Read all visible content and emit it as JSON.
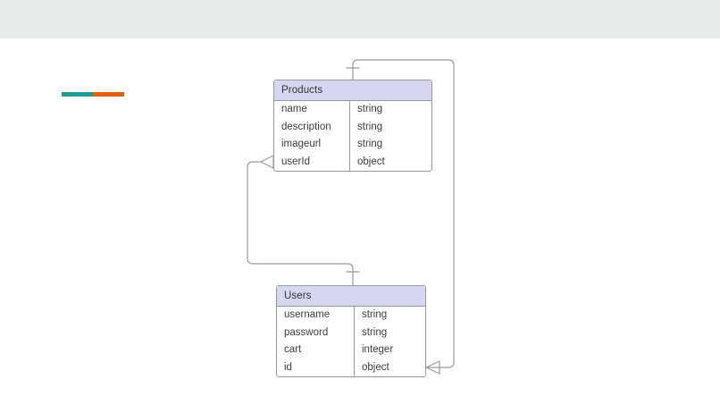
{
  "app": {
    "canvas_label": "er-diagram-canvas"
  },
  "toolbar": {
    "label": "toolbar"
  },
  "legend": {
    "name": "color-legend-bar",
    "segments": [
      {
        "name": "teal-segment",
        "color": "#1f9a94"
      },
      {
        "name": "orange-segment",
        "color": "#e2600f"
      }
    ]
  },
  "diagram": {
    "style": {
      "header_fill": "#d5d6f0",
      "border": "#9a9a9a",
      "connector": "#9a9a9a",
      "text": "#3c3c3c",
      "canvas_bg": "#ffffff",
      "topbar_bg": "#e8ebec"
    },
    "entities": [
      {
        "id": "products",
        "title": "Products",
        "fields": [
          {
            "name": "name",
            "type": "string"
          },
          {
            "name": "description",
            "type": "string"
          },
          {
            "name": "imageurl",
            "type": "string"
          },
          {
            "name": "userId",
            "type": "object"
          }
        ]
      },
      {
        "id": "users",
        "title": "Users",
        "fields": [
          {
            "name": "username",
            "type": "string"
          },
          {
            "name": "password",
            "type": "string"
          },
          {
            "name": "cart",
            "type": "integer"
          },
          {
            "name": "id",
            "type": "object"
          }
        ]
      }
    ],
    "relationships": [
      {
        "id": "users-to-products",
        "from": "Users.id",
        "to": "Products.userId",
        "from_cardinality": "one",
        "to_cardinality": "many"
      },
      {
        "id": "products-to-users",
        "from": "Products",
        "to": "Users.id",
        "from_cardinality": "one",
        "to_cardinality": "many"
      }
    ]
  }
}
